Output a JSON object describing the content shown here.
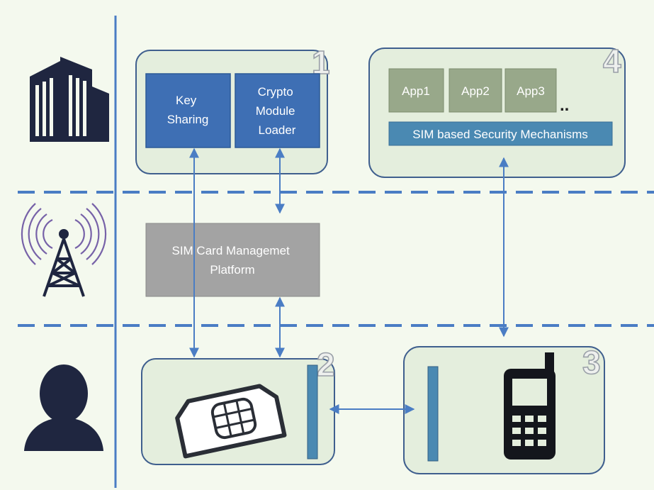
{
  "colors": {
    "background": "#f4f9ee",
    "panel_fill": "#e4eedd",
    "panel_stroke": "#3f5f8e",
    "blue_box": "#3e6fb4",
    "app_box": "#98a88a",
    "security_bar": "#4a89b2",
    "platform_box": "#a3a3a3",
    "line": "#4a7dc4",
    "icon_dark": "#1f2640",
    "antenna_wave": "#7762a8"
  },
  "icons": {
    "organization": "building-icon",
    "network": "antenna-tower-icon",
    "user": "person-silhouette-icon",
    "sim": "sim-card-icon",
    "phone": "mobile-phone-icon"
  },
  "panel1": {
    "number": "1",
    "key_sharing": [
      "Key",
      "Sharing"
    ],
    "crypto_loader": [
      "Crypto",
      "Module",
      "Loader"
    ]
  },
  "panel4": {
    "number": "4",
    "apps": [
      "App1",
      "App2",
      "App3"
    ],
    "more": "..",
    "security_mechanisms": "SIM based Security Mechanisms"
  },
  "platform": {
    "lines": [
      "SIM Card Managemet",
      "Platform"
    ]
  },
  "panel2": {
    "number": "2"
  },
  "panel3": {
    "number": "3"
  }
}
